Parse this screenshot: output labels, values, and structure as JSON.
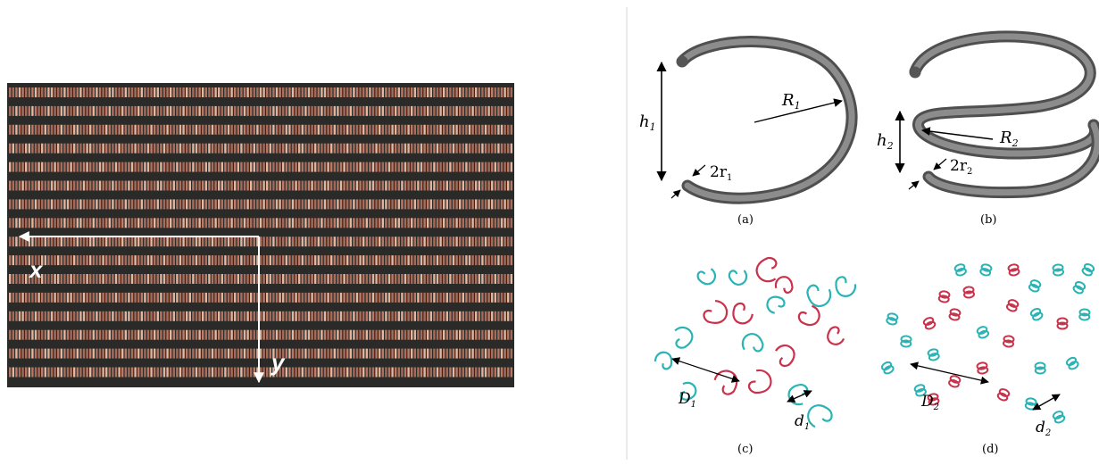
{
  "left_photo": {
    "axis_x_label": "x",
    "axis_y_label": "y"
  },
  "panels": [
    {
      "id": "a",
      "caption": "(a)",
      "radius": "R",
      "radius_sub": "1",
      "height": "h",
      "height_sub": "1",
      "wire": "2r",
      "wire_sub": "1"
    },
    {
      "id": "b",
      "caption": "(b)",
      "radius": "R",
      "radius_sub": "2",
      "height": "h",
      "height_sub": "2",
      "wire": "2r",
      "wire_sub": "2"
    },
    {
      "id": "c",
      "caption": "(c)",
      "spacing": "D",
      "spacing_sub": "1",
      "size": "d",
      "size_sub": "1"
    },
    {
      "id": "d",
      "caption": "(d)",
      "spacing": "D",
      "spacing_sub": "2",
      "size": "d",
      "size_sub": "2"
    }
  ],
  "colors": {
    "tube": "#6f6f6f",
    "helix_cyan": "#2ab3b5",
    "helix_red": "#c8324b",
    "array_bg": "#2a2a28",
    "element_copper": "#c9806a",
    "divider": "#cfcfcf"
  }
}
